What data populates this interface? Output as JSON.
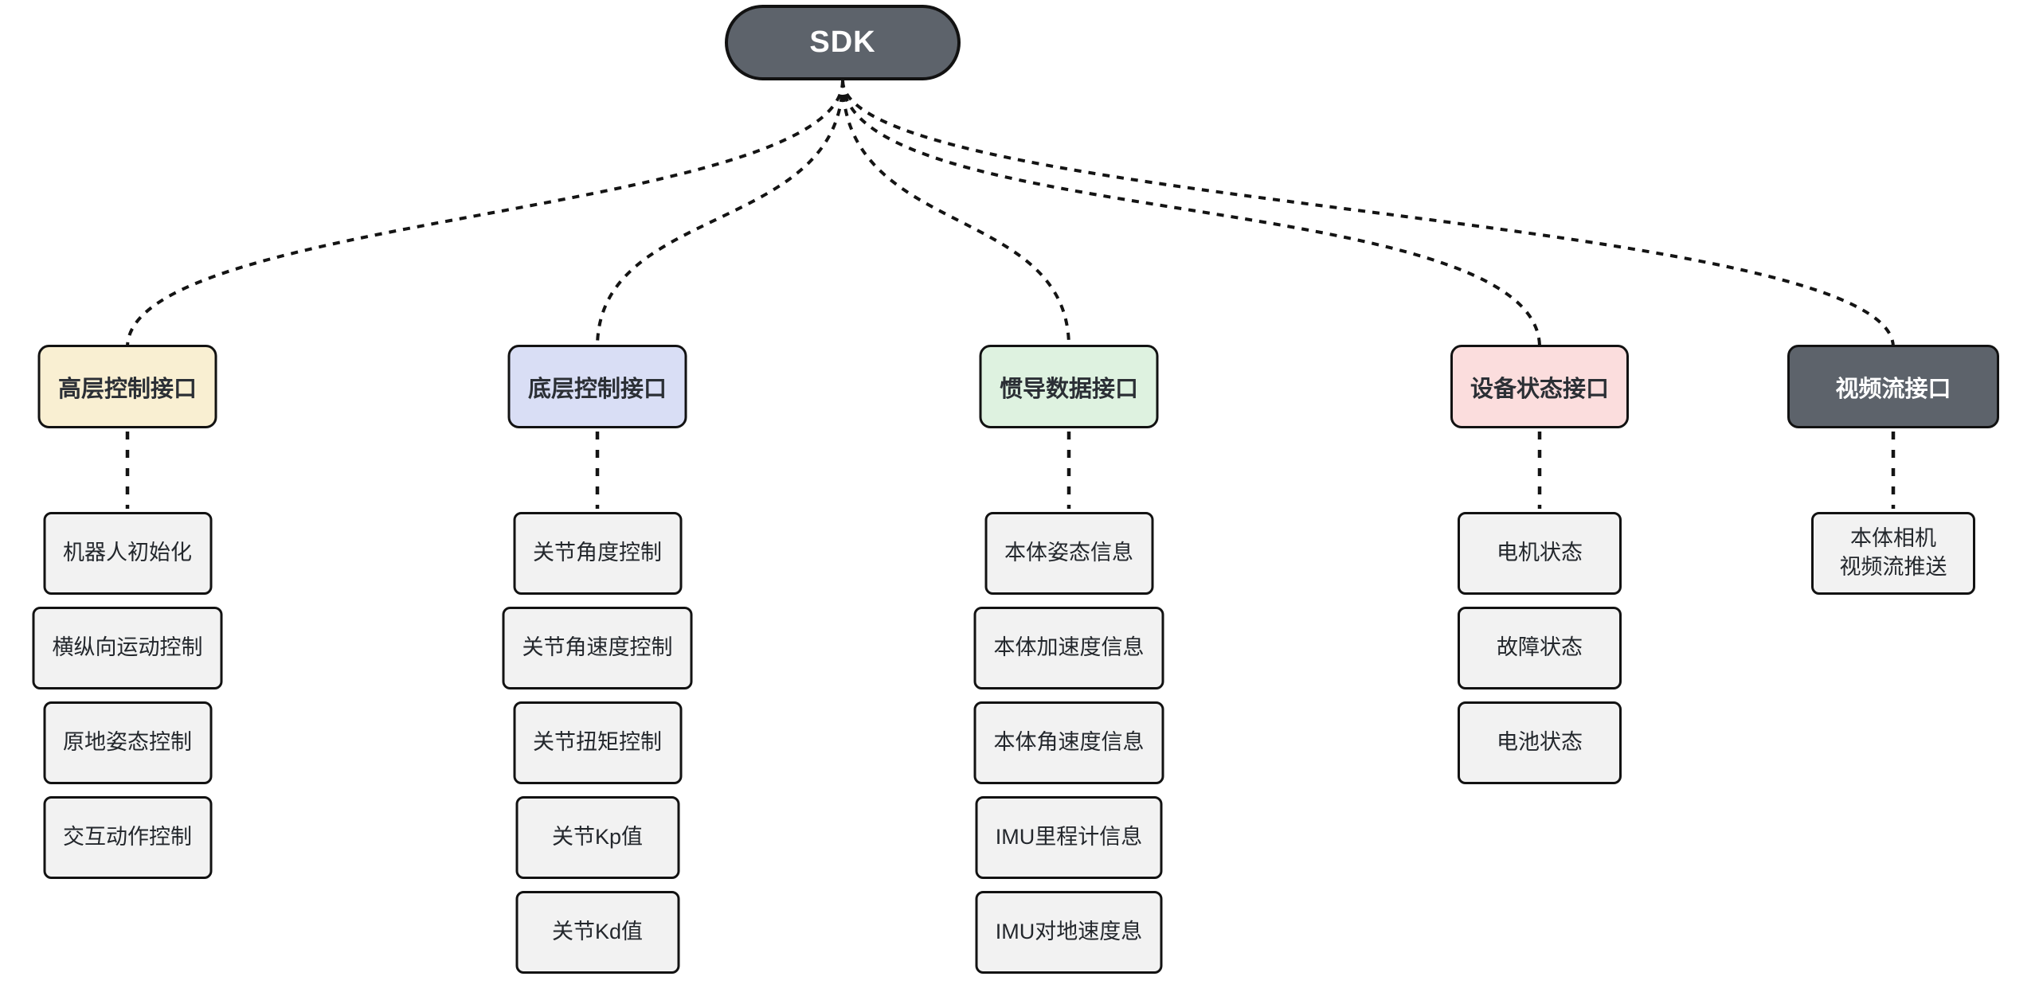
{
  "diagram": {
    "root": {
      "label": "SDK",
      "fill": "#5d636b",
      "text_color": "#ffffff"
    },
    "branches": [
      {
        "label": "高层控制接口",
        "fill": "#f9efd2",
        "children": [
          "机器人初始化",
          "横纵向运动控制",
          "原地姿态控制",
          "交互动作控制"
        ]
      },
      {
        "label": "底层控制接口",
        "fill": "#d9def5",
        "children": [
          "关节角度控制",
          "关节角速度控制",
          "关节扭矩控制",
          "关节Kp值",
          "关节Kd值"
        ]
      },
      {
        "label": "惯导数据接口",
        "fill": "#def2e0",
        "children": [
          "本体姿态信息",
          "本体加速度信息",
          "本体角速度信息",
          "IMU里程计信息",
          "IMU对地速度息"
        ]
      },
      {
        "label": "设备状态接口",
        "fill": "#fbdddd",
        "children": [
          "电机状态",
          "故障状态",
          "电池状态"
        ]
      },
      {
        "label": "视频流接口",
        "fill": "#5d636b",
        "text_color": "#ffffff",
        "bold": true,
        "children": [
          "本体相机\n视频流推送"
        ]
      }
    ],
    "child_fill": "#f2f2f2",
    "border_color": "#121212",
    "connector_color": "#141414"
  }
}
